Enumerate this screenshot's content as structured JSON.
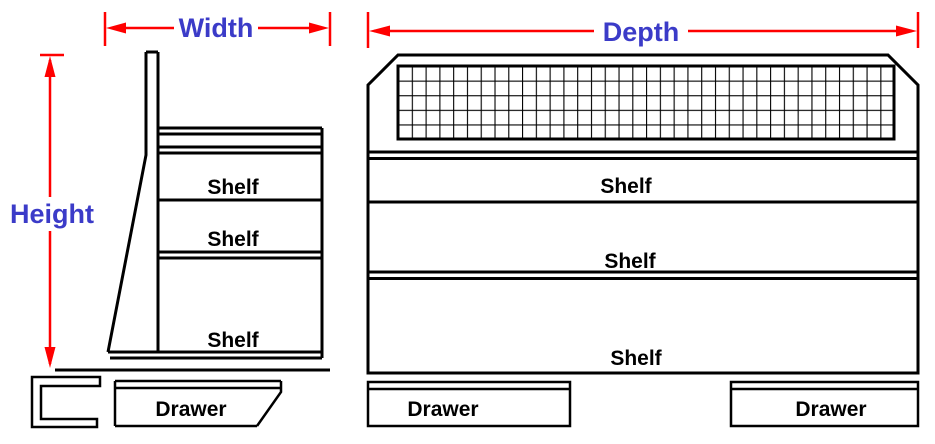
{
  "colors": {
    "outline": "#000000",
    "dimension": "#ff0000",
    "dimension_text": "#3b3bc8",
    "background": "#ffffff"
  },
  "side_view": {
    "width_label": "Width",
    "height_label": "Height",
    "shelf_labels": [
      "Shelf",
      "Shelf",
      "Shelf"
    ],
    "drawer_labels": [
      "Drawer"
    ]
  },
  "front_view": {
    "depth_label": "Depth",
    "shelf_labels": [
      "Shelf",
      "Shelf",
      "Shelf"
    ],
    "drawer_labels": [
      "Drawer",
      "Drawer"
    ]
  }
}
